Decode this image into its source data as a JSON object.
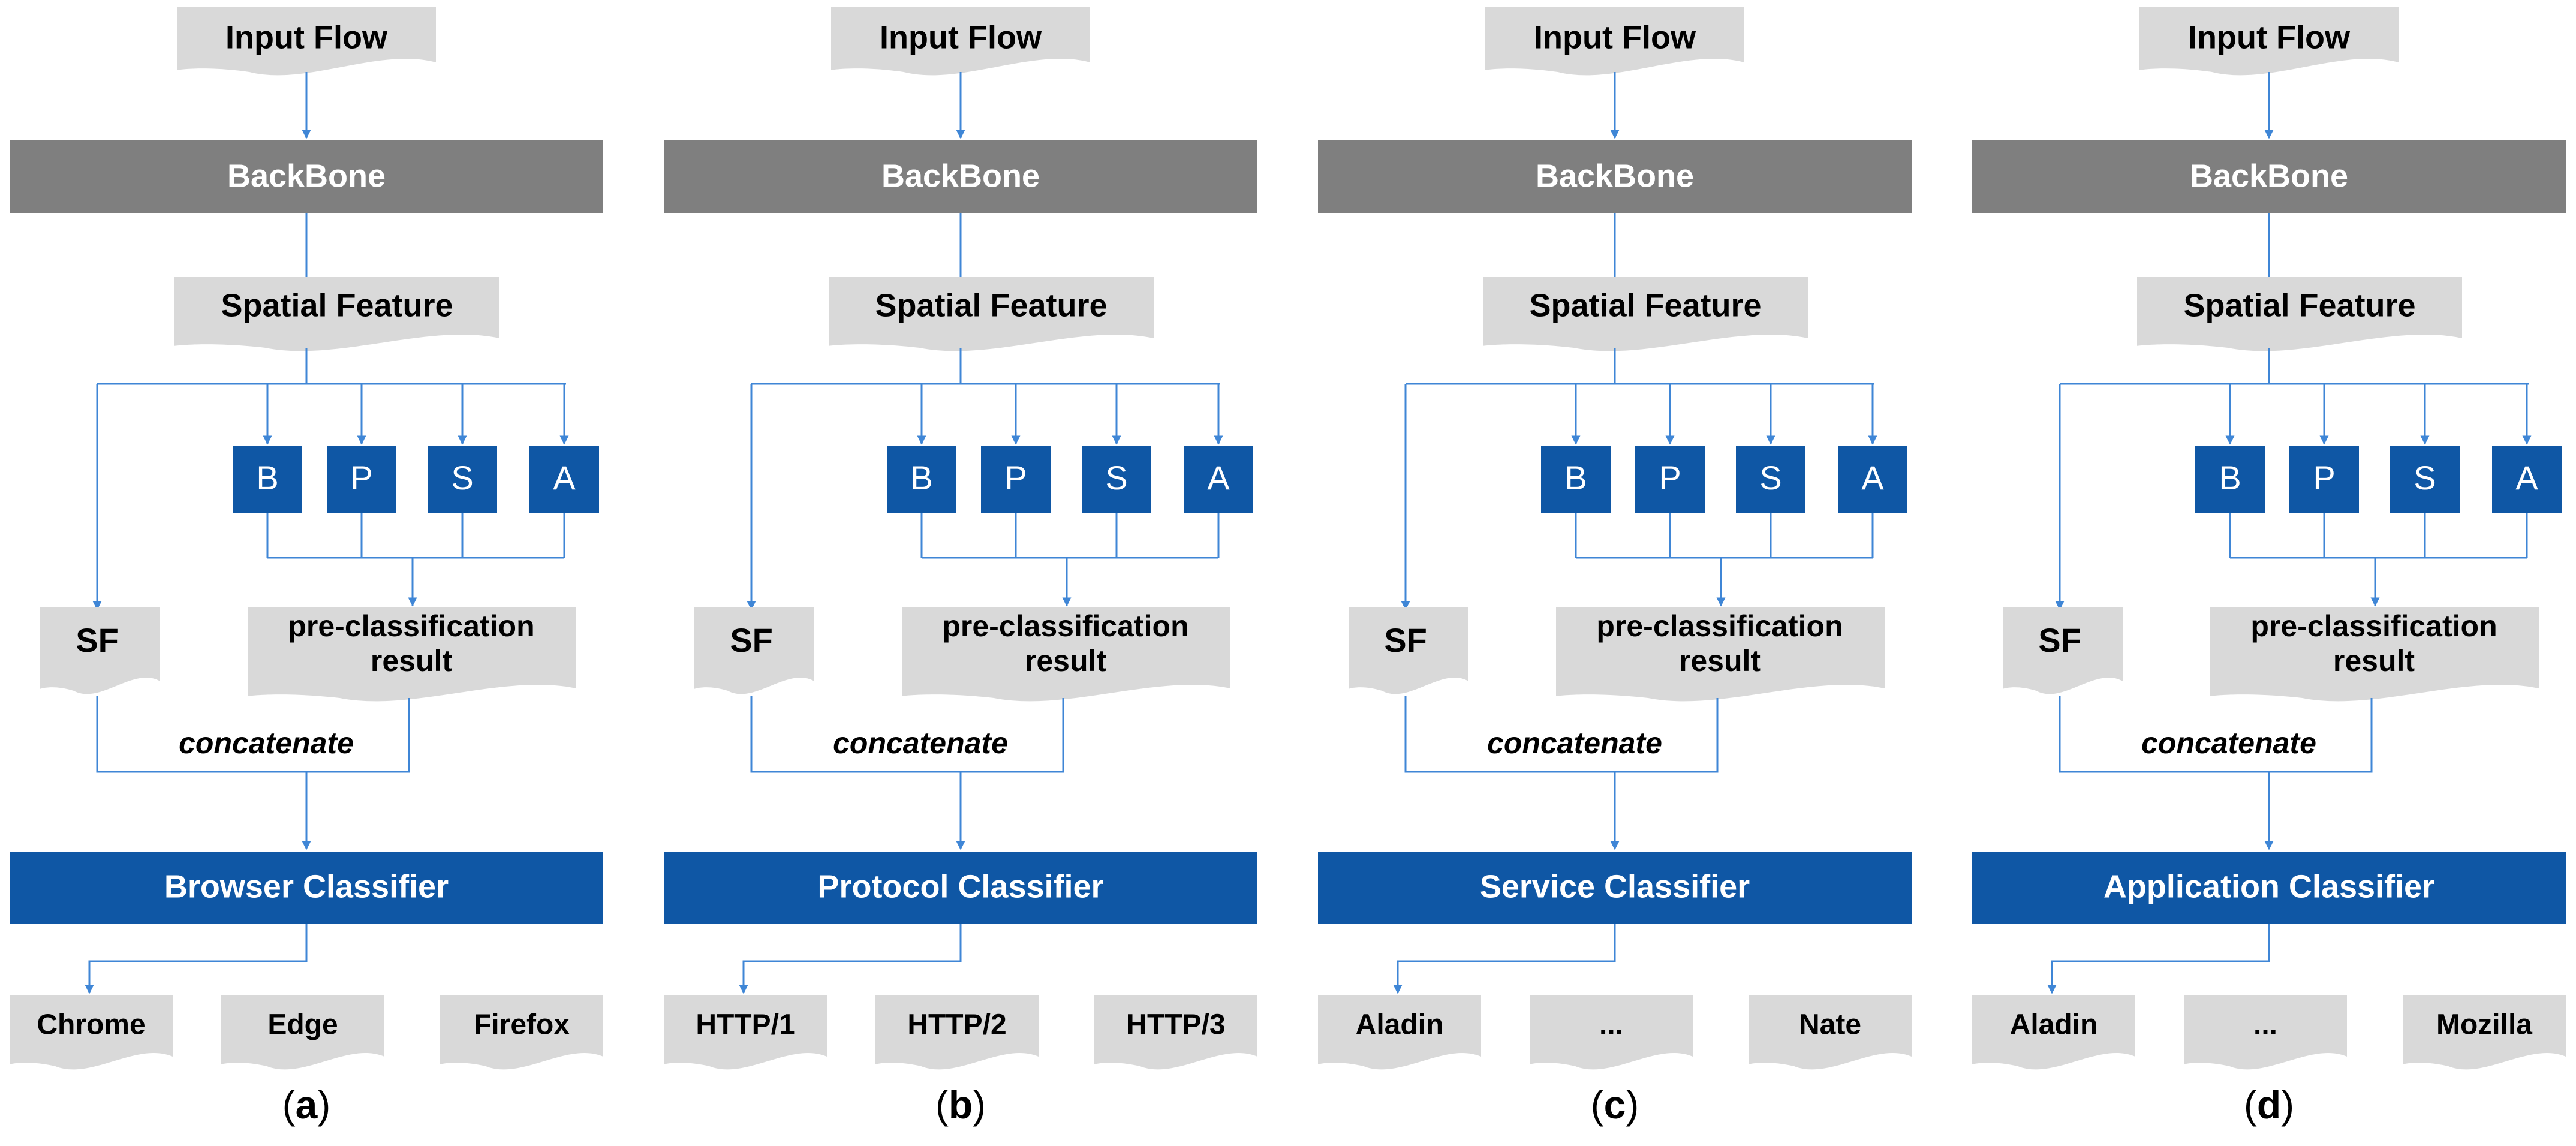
{
  "colors": {
    "backbone": "#7f7f7f",
    "blue": "#0f57a5",
    "doc": "#d9d9d9",
    "line": "#3f86d6",
    "text_dark": "#000000",
    "text_light": "#ffffff"
  },
  "common": {
    "input_flow": "Input Flow",
    "backbone": "BackBone",
    "spatial_feature": "Spatial Feature",
    "sf": "SF",
    "pre_line1": "pre-classification",
    "pre_line2": "result",
    "concatenate": "concatenate",
    "modules": [
      "B",
      "P",
      "S",
      "A"
    ]
  },
  "panels": [
    {
      "classifier": "Browser Classifier",
      "outputs": [
        "Chrome",
        "Edge",
        "Firefox"
      ],
      "caption_letter": "a"
    },
    {
      "classifier": "Protocol Classifier",
      "outputs": [
        "HTTP/1",
        "HTTP/2",
        "HTTP/3"
      ],
      "caption_letter": "b"
    },
    {
      "classifier": "Service Classifier",
      "outputs": [
        "Aladin",
        "...",
        "Nate"
      ],
      "caption_letter": "c"
    },
    {
      "classifier": "Application Classifier",
      "outputs": [
        "Aladin",
        "...",
        "Mozilla"
      ],
      "caption_letter": "d"
    }
  ]
}
